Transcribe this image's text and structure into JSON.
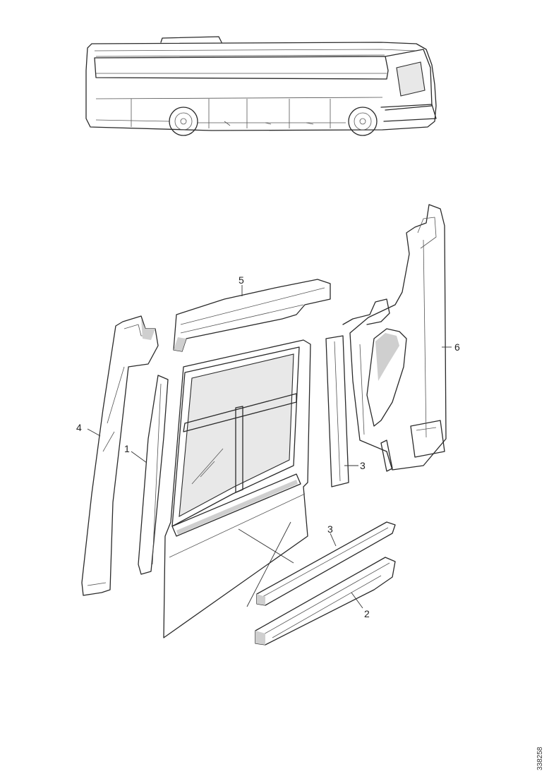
{
  "figure": {
    "labels": {
      "part_1": "1",
      "part_2": "2",
      "part_3a": "3",
      "part_3b": "3",
      "part_4": "4",
      "part_5": "5",
      "part_6": "6"
    },
    "document_id": "338258"
  }
}
